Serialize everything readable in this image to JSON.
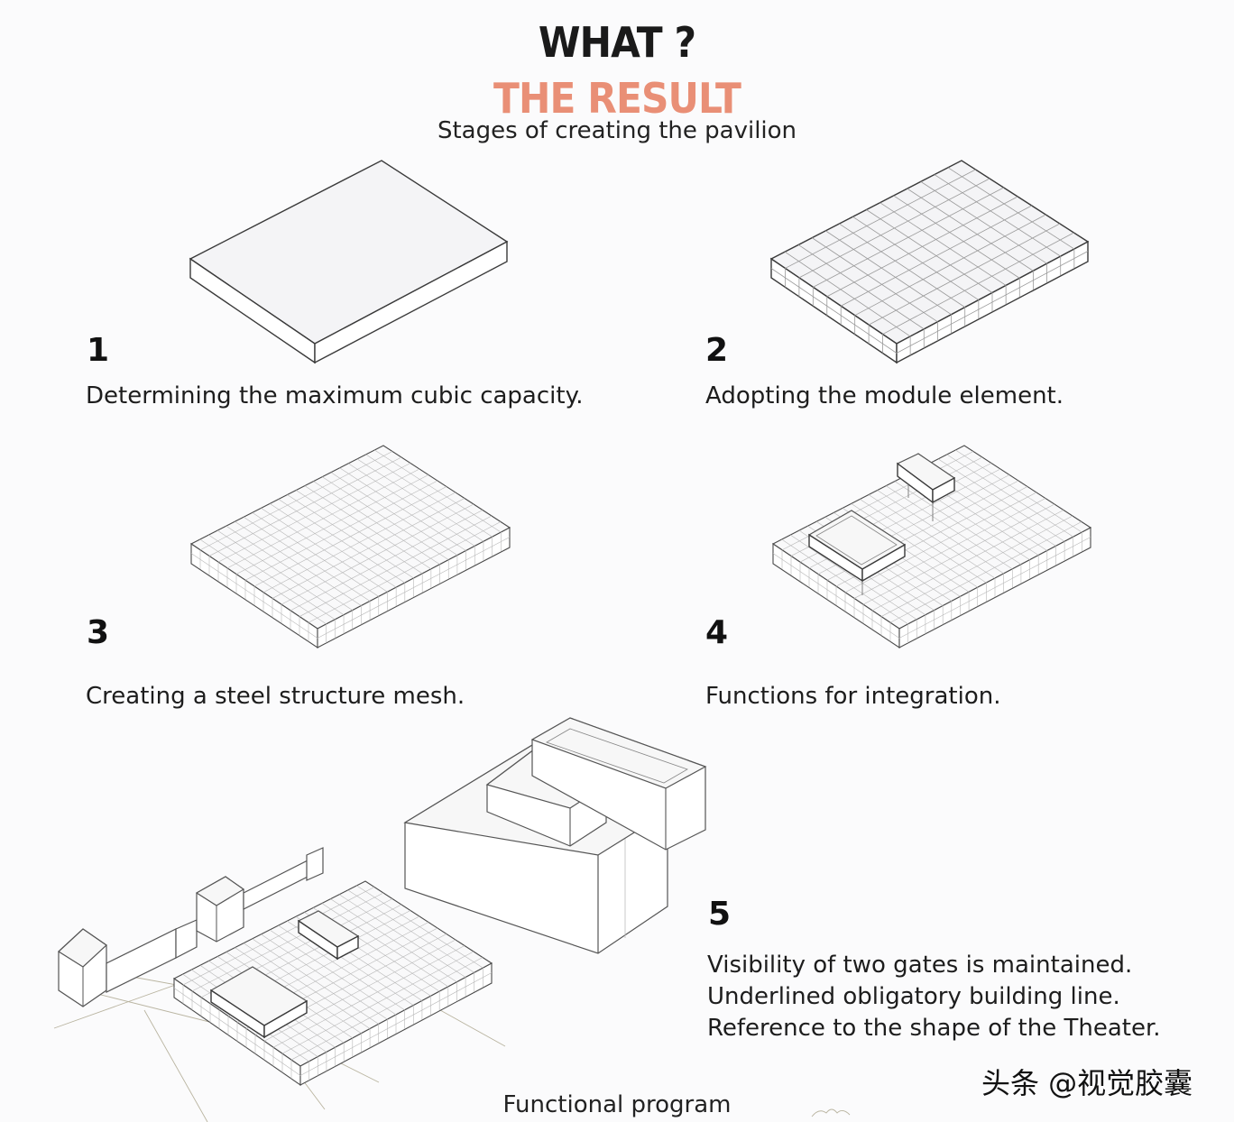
{
  "header": {
    "title": "WHAT ?",
    "subtitle": "THE RESULT",
    "lead": "Stages of creating the pavilion",
    "accent_color": "#e98f76"
  },
  "stages": [
    {
      "number": "1",
      "caption": "Determining the maximum cubic capacity."
    },
    {
      "number": "2",
      "caption": "Adopting the module element."
    },
    {
      "number": "3",
      "caption": "Creating a steel structure mesh."
    },
    {
      "number": "4",
      "caption": "Functions for integration."
    },
    {
      "number": "5",
      "lines": [
        "Visibility of two gates is maintained.",
        "Underlined obligatory building line.",
        "Reference to the shape of the Theater."
      ]
    }
  ],
  "footer": {
    "label": "Functional program"
  },
  "watermark": {
    "text": "头条 @视觉胶囊"
  }
}
